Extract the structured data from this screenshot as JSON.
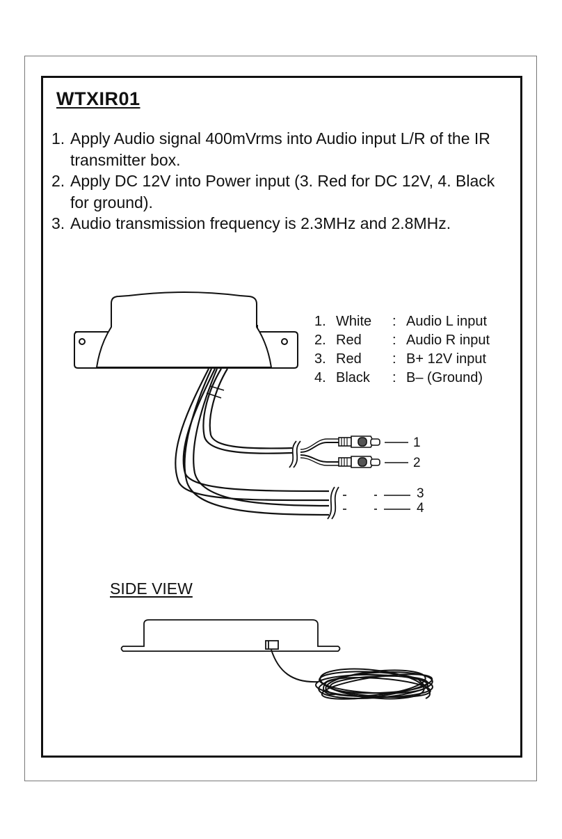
{
  "title": "WTXIR01",
  "steps": [
    {
      "num": "1.",
      "text": "Apply Audio signal 400mVrms into Audio input L/R of the IR transmitter box."
    },
    {
      "num": "2.",
      "text": "Apply DC 12V into Power input (3. Red for DC 12V, 4. Black for ground)."
    },
    {
      "num": "3.",
      "text": "Audio transmission frequency is 2.3MHz and 2.8MHz."
    }
  ],
  "legend": [
    {
      "num": "1.",
      "color": "White",
      "desc": "Audio L input"
    },
    {
      "num": "2.",
      "color": "Red",
      "desc": "Audio R input"
    },
    {
      "num": "3.",
      "color": "Red",
      "desc": "B+ 12V input"
    },
    {
      "num": "4.",
      "color": "Black",
      "desc": "B– (Ground)"
    }
  ],
  "wire_labels": [
    "1",
    "2",
    "3",
    "4"
  ],
  "side_view_label": "SIDE VIEW"
}
